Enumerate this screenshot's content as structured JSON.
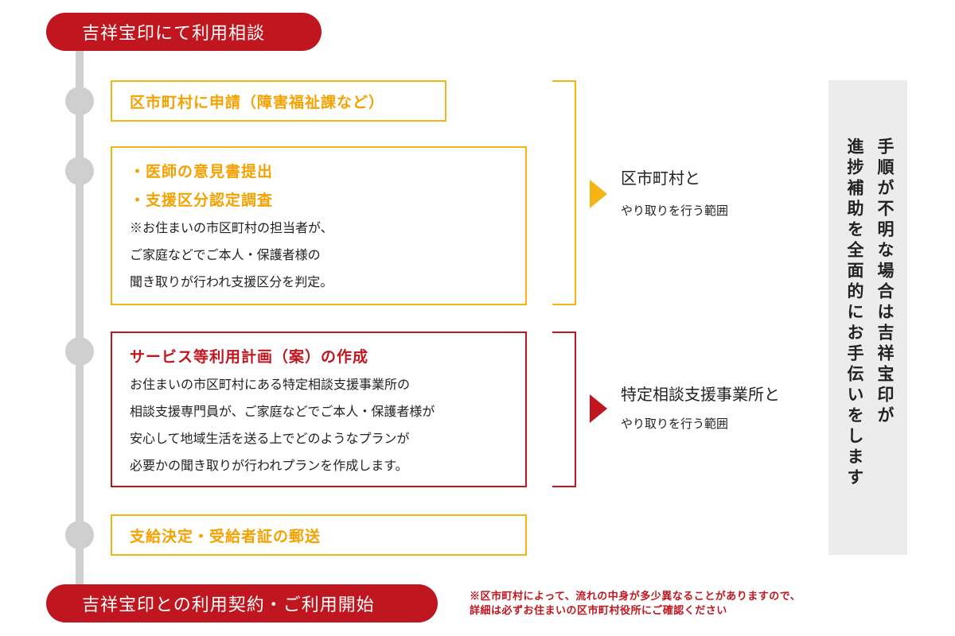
{
  "start_label": "吉祥宝印にて利用相談",
  "end_label": "吉祥宝印との利用契約・ご利用開始",
  "steps": [
    {
      "title": "区市町村に申請（障害福祉課など）"
    },
    {
      "titles": [
        "・医師の意見書提出",
        "・支援区分認定調査"
      ],
      "lines": [
        "※お住まいの市区町村の担当者が、",
        "ご家庭などでご本人・保護者様の",
        "聞き取りが行われ支援区分を判定。"
      ]
    },
    {
      "title": "サービス等利用計画（案）の作成",
      "lines": [
        "お住まいの市区町村にある特定相談支援事業所の",
        "相談支援専門員が、ご家庭などでご本人・保護者様が",
        "安心して地域生活を送る上でどのようなプランが",
        "必要かの聞き取りが行われプランを作成します。"
      ]
    },
    {
      "title": "支給決定・受給者証の郵送"
    }
  ],
  "scopes": [
    {
      "main": "区市町村と",
      "sub": "やり取りを行う範囲"
    },
    {
      "main": "特定相談支援事業所と",
      "sub": "やり取りを行う範囲"
    }
  ],
  "side_panel": {
    "col1": "手順が不明な場合は吉祥宝印が",
    "col2": "進捗補助を全面的にお手伝いをします"
  },
  "footnote": [
    "※区市町村によって、流れの中身が多少異なることがありますので、",
    "詳細は必ずお住まいの区市町村役所にご確認ください"
  ],
  "colors": {
    "accent_red": "#c0161f",
    "accent_yellow": "#f5b415",
    "timeline_gray": "#cfcfcf",
    "panel_gray": "#ececec"
  }
}
